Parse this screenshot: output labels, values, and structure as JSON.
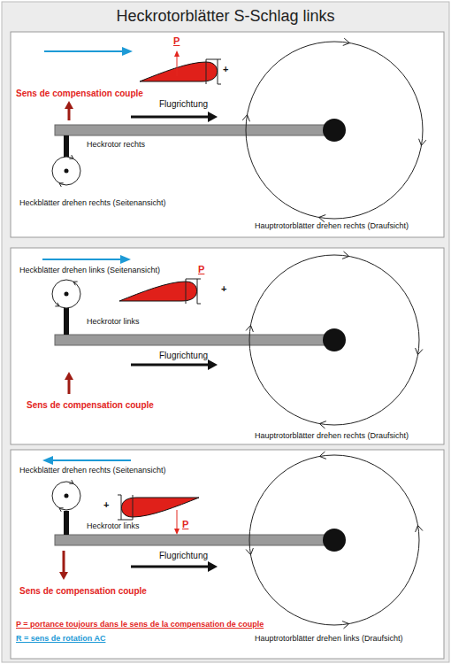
{
  "diagram": {
    "title": "Heckrotorblätter S-Schlag links",
    "nodes": [
      {
        "text": [
          "P",
          "+",
          "Sens de compensation couple",
          "Flugrichtung",
          "Heckrotor rechts",
          "Heckblätter drehen rechts (Seitenansicht)",
          "Hauptrotorblätter drehen rechts (Draufsicht)"
        ]
      },
      {
        "text": [
          "Heckblätter drehen links (Seitenansicht)",
          "P",
          "+",
          "Heckrotor links",
          "Flugrichtung",
          "Sens de compensation couple",
          "Hauptrotorblätter drehen rechts (Draufsicht)"
        ]
      },
      {
        "text": [
          "Heckblätter drehen rechts (Seitenansicht)",
          "+",
          "P",
          "Heckrotor links",
          "Flugrichtung",
          "Sens de compensation couple",
          "Hauptrotorblätter drehen links (Draufsicht)",
          "P = portance toujours dans le sens de la compensation de couple",
          "R = sens de rotation AC"
        ]
      }
    ]
  }
}
